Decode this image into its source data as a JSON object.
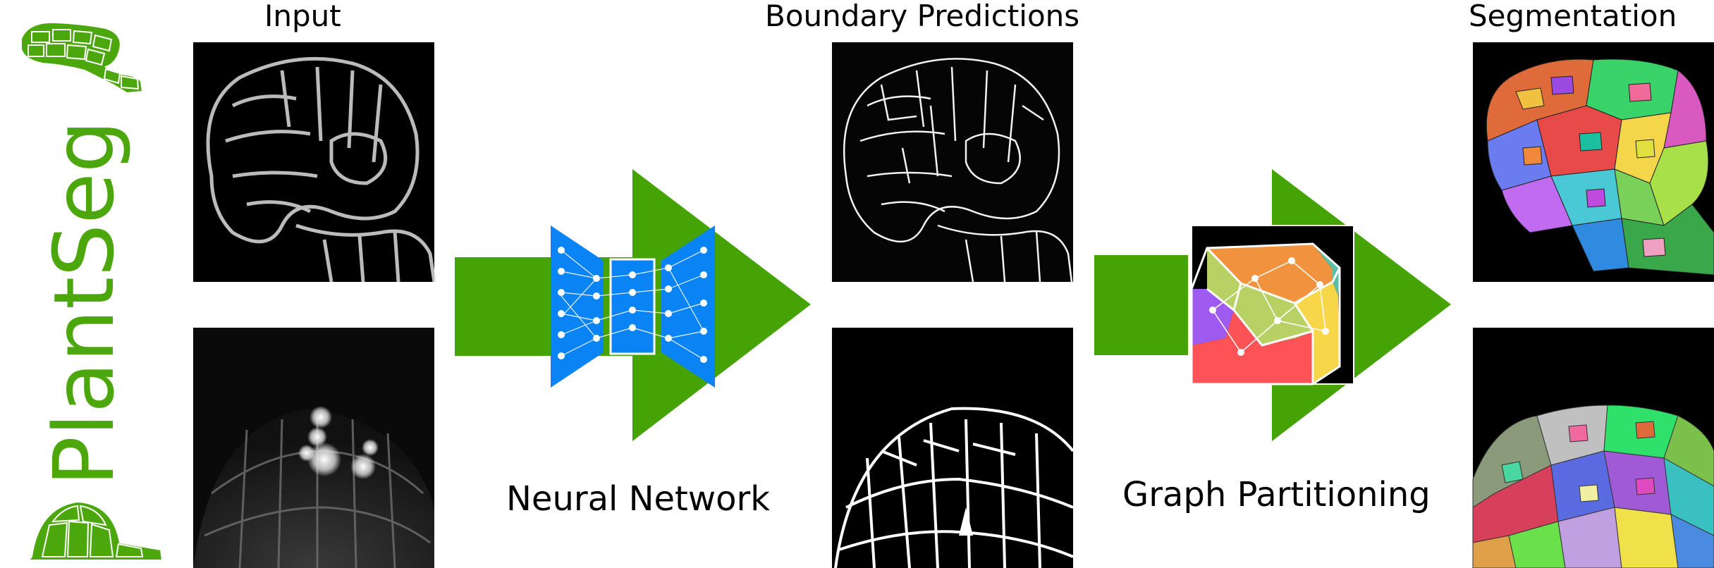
{
  "logo": {
    "text": "PlantSeg",
    "color": "#4ca70d"
  },
  "labels": {
    "input": "Input",
    "boundary": "Boundary Predictions",
    "segmentation": "Segmentation",
    "neural_network": "Neural Network",
    "graph_partitioning": "Graph Partitioning"
  },
  "colors": {
    "arrow": "#45a305",
    "network": "#0a84f5",
    "graph_cells": [
      "#f1923e",
      "#b8d164",
      "#5bc0a8",
      "#9f5bf0",
      "#fd5357",
      "#f8d64a"
    ]
  }
}
